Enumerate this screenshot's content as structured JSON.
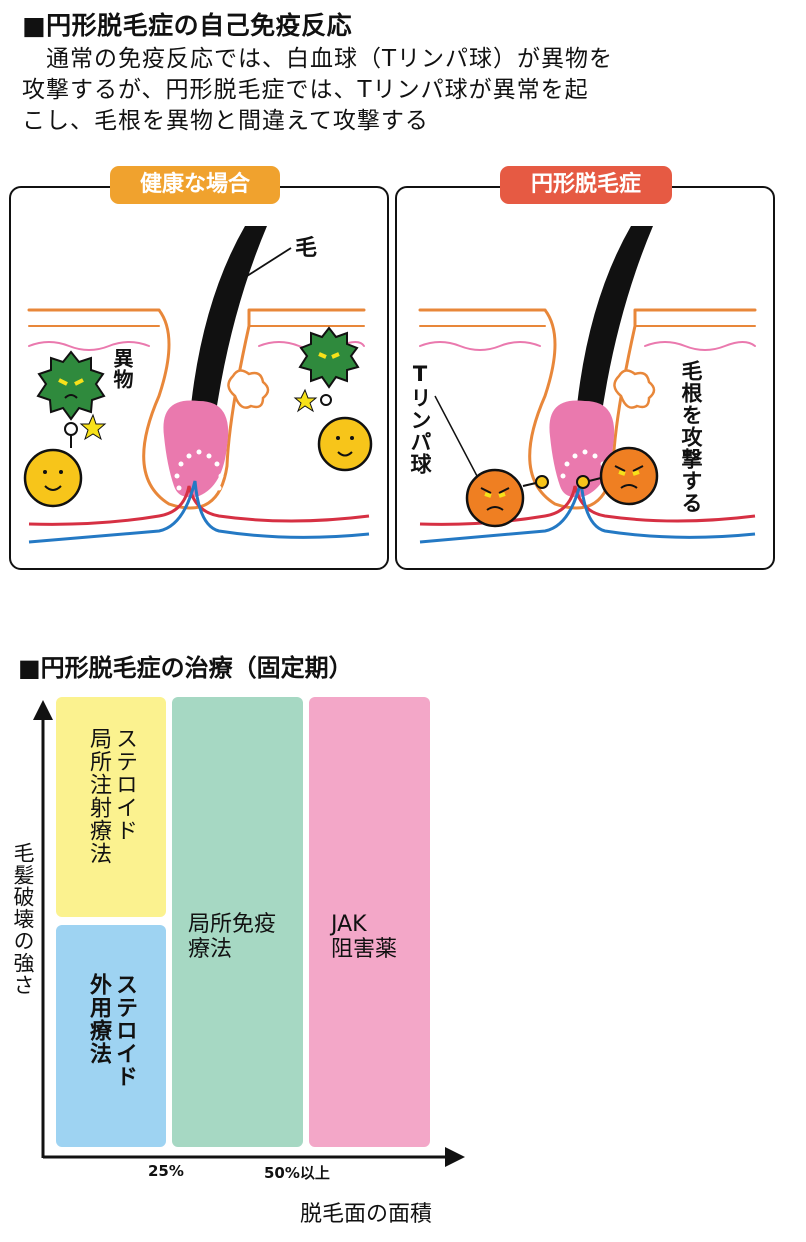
{
  "title": "■円形脱毛症の自己免疫反応",
  "lead": "　通常の免疫反応では、白血球（Tリンパ球）が異物を\n攻撃するが、円形脱毛症では、Tリンパ球が異常を起\nこし、毛根を異物と間違えて攻撃する",
  "panels": {
    "healthy": {
      "badge": "健康な場合",
      "badge_color": "#f0a22e",
      "hair_label": "毛",
      "foreign_label": "異物"
    },
    "alopecia": {
      "badge": "円形脱毛症",
      "badge_color": "#e65a43",
      "tcell_label": "Tリンパ球",
      "attack_label": "毛根を攻撃する"
    }
  },
  "treatment": {
    "title": "■円形脱毛症の治療（固定期）",
    "ylabel": "毛髪破壊の強さ",
    "xlabel": "脱毛面の面積",
    "ticks": {
      "t25": "25%",
      "t50": "50%以上"
    },
    "blocks": {
      "local_injection": {
        "title": "ステロイド",
        "sub": "局所注射療法",
        "color": "#fbf28f"
      },
      "topical": {
        "title": "ステロイド",
        "sub": "外用療法",
        "color": "#9ed3f2"
      },
      "immuno": {
        "line1": "局所免疫",
        "line2": "療法",
        "color": "#a6d8c3"
      },
      "jak": {
        "line1": "JAK",
        "line2": "阻害薬",
        "color": "#f3a7c8"
      }
    }
  },
  "colors": {
    "skin_line": "#e8873a",
    "pink": "#ea79ae",
    "artery": "#d63043",
    "vein": "#2479c4",
    "tcell_normal": "#f7c51a",
    "tcell_bad": "#ef7f22",
    "virus": "#2f8a3d"
  }
}
